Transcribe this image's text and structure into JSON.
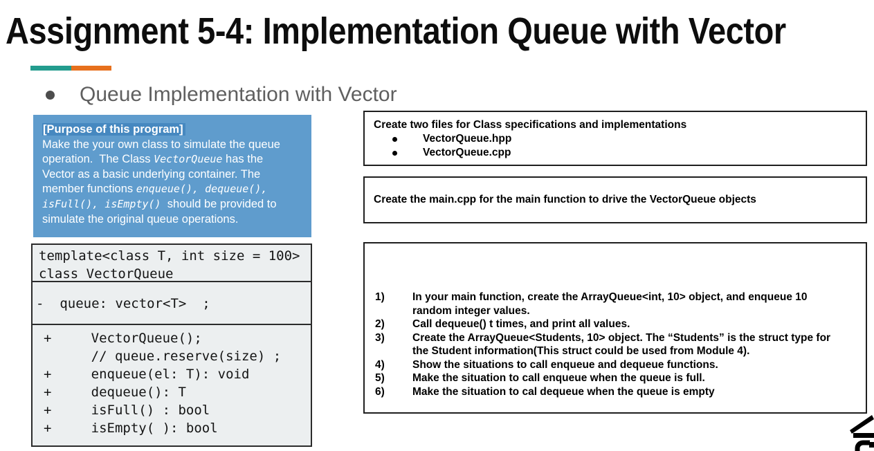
{
  "title": "Assignment 5-4: Implementation Queue with Vector",
  "accent": {
    "teal": "#239C8E",
    "orange": "#E7701D"
  },
  "section": {
    "heading": "Queue Implementation with Vector"
  },
  "purpose": {
    "heading": "[Purpose of this program]",
    "l2": "Make the your own class to simulate the queue",
    "l3a": "operation.  The Class ",
    "l3b": "VectorQueue",
    "l3c": " has the",
    "l4": "Vector as a basic underlying container. The",
    "l5a": "member functions ",
    "l5b": "enqueue(), dequeue(),",
    "l6a": "isFull(), isEmpty()",
    "l6b": "  should be provided to",
    "l7": "simulate the original queue operations."
  },
  "uml": {
    "template_line": "template<class T, int size = 100>",
    "class_line": "class VectorQueue",
    "field_line": "-  queue: vector<T>  ;",
    "methods": [
      "+     VectorQueue();",
      "      // queue.reserve(size) ;",
      "+     enqueue(el: T): void",
      "+     dequeue(): T",
      "+     isFull() : bool",
      "+     isEmpty( ): bool"
    ]
  },
  "files_box": {
    "heading": "Create two files for Class specifications and implementations",
    "items": [
      "VectorQueue.hpp",
      "VectorQueue.cpp"
    ]
  },
  "main_box": {
    "text": "Create the main.cpp for the main function to drive the VectorQueue objects"
  },
  "tasks_box": {
    "items": [
      {
        "num": "1)",
        "text": "In your main function, create the ArrayQueue<int, 10> object, and enqueue 10 random integer values."
      },
      {
        "num": "2)",
        "text": "Call dequeue() t times, and print all values."
      },
      {
        "num": "3)",
        "text": "Create the ArrayQueue<Students, 10> object. The “Students” is the struct type for the Student information(This struct could be used from Module 4)."
      },
      {
        "num": "4)",
        "text": "Show the situations to call enqueue and dequeue functions."
      },
      {
        "num": "5)",
        "text": "Make the situation to call enqueue when the queue is full."
      },
      {
        "num": "6)",
        "text": "Make the situation to cal dequeue when the queue is empty"
      }
    ]
  },
  "logo": {
    "name": "university-logo",
    "color": "#000000"
  }
}
